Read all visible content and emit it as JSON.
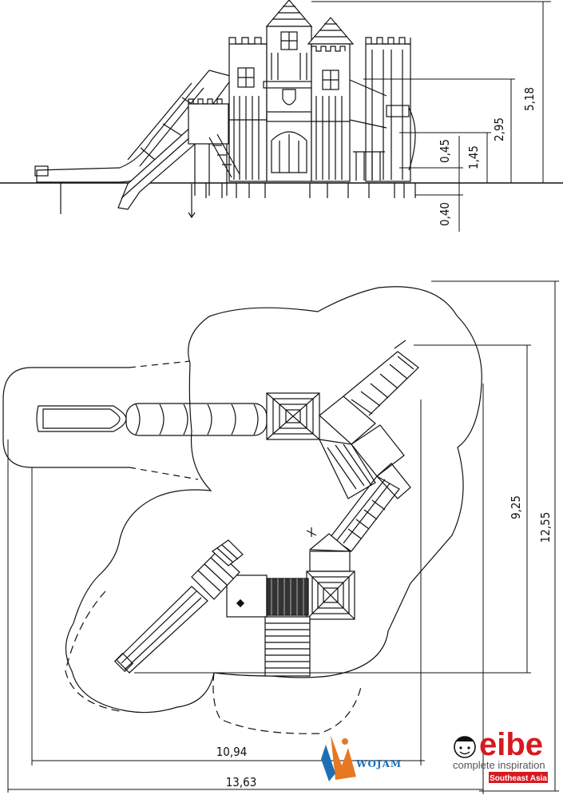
{
  "elevation": {
    "dimensions": {
      "height_total": "5,18",
      "height_platform": "2,95",
      "height_mid": "1,45",
      "height_low": "0,45",
      "depth_foundation": "0,40"
    }
  },
  "plan": {
    "dimensions": {
      "width_outer": "13,63",
      "width_inner": "10,94",
      "depth_outer": "12,55",
      "depth_inner": "9,25"
    }
  },
  "logos": {
    "eibe": {
      "name": "eibe",
      "tagline": "complete inspiration",
      "badge": "Southeast Asia",
      "color": "#d71920"
    },
    "wojam": {
      "name": "WOJAM",
      "color": "#1b6fb5"
    }
  }
}
